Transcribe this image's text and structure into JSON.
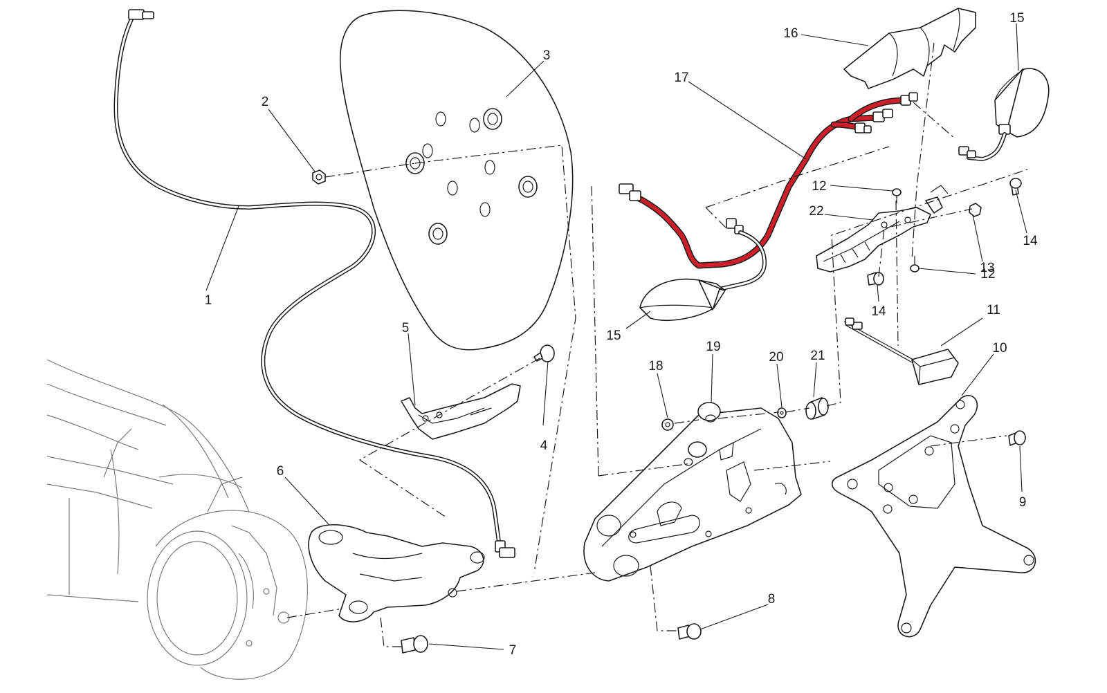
{
  "highlight_color": "#cc1f2a",
  "callouts": {
    "c1": "1",
    "c2": "2",
    "c3": "3",
    "c4": "4",
    "c5": "5",
    "c6": "6",
    "c7": "7",
    "c8": "8",
    "c9": "9",
    "c10": "10",
    "c11": "11",
    "c12a": "12",
    "c12b": "12",
    "c13": "13",
    "c14a": "14",
    "c14b": "14",
    "c15a": "15",
    "c15b": "15",
    "c16": "16",
    "c17": "17",
    "c18": "18",
    "c19": "19",
    "c20": "20",
    "c21": "21",
    "c22": "22"
  }
}
